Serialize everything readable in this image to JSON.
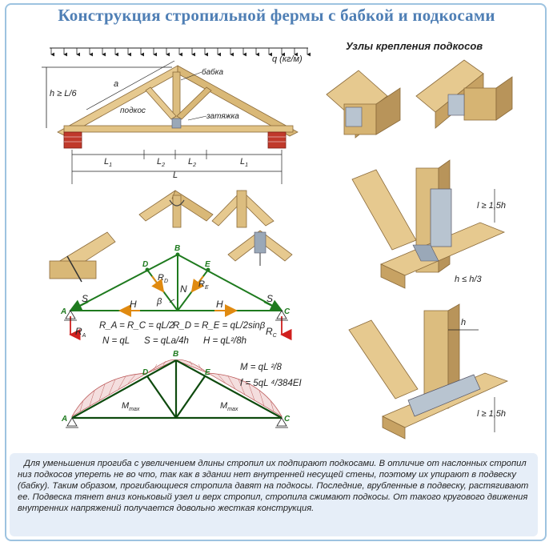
{
  "title": "Конструкция стропильной фермы с бабкой и подкосами",
  "subtitle": "Узлы крепления подкосов",
  "truss_labels": {
    "load": "q (кг/м)",
    "height": "h ≥ L/6",
    "rafter_len": "a",
    "king_post": "бабка",
    "strut": "подкос",
    "tie": "затяжка",
    "l1": "L",
    "l1_sub": "1",
    "l2": "L",
    "l2_sub": "2",
    "l_total": "L"
  },
  "force_diagram": {
    "nodes": {
      "a": "A",
      "b": "B",
      "c": "C",
      "d": "D",
      "e": "E"
    },
    "labels": {
      "s_left": "S",
      "s_right": "S",
      "h_left": "H",
      "h_right": "H",
      "n": "N",
      "beta": "β",
      "rd": "R",
      "rd_sub": "D",
      "re": "R",
      "re_sub": "E",
      "ra": "R",
      "ra_sub": "A",
      "rc": "R",
      "rc_sub": "C"
    },
    "formulas": [
      "R_A = R_C = qL/2",
      "R_D = R_E = qL/2sinβ",
      "N = qL",
      "S = qLa/4h",
      "H = qL²/8h"
    ]
  },
  "moment_diagram": {
    "nodes": {
      "a": "A",
      "b": "B",
      "c": "C",
      "d": "D",
      "e": "E"
    },
    "m_left": "M",
    "m_right": "M",
    "m_sub": "max",
    "formula_m": "M = qL ²/8",
    "formula_f": "f = 5qL ⁴/384EI"
  },
  "joint_labels": {
    "lvr": "l ≥ 1,5h",
    "hvr": "h ≤ h/3",
    "h": "h",
    "lvr2": "l ≥ 1,5h"
  },
  "description": "Для уменьшения прогиба с увеличением длины стропил их подпирают подкосами. В отличие от наслонных стропил низ подкосов упереть не во что, так как в здании нет внутренней несущей стены, поэтому их упирают в подвеску (бабку). Таким образом, прогибающиеся стропила давят на подкосы. Последние, врубленные в подвеску, растягивают ее. Подвеска тянет вниз коньковый узел и верх стропил, стропила сжимают подкосы. От такого кругового движения внутренних напряжений получается довольно жесткая конструкция.",
  "colors": {
    "title": "#4f7fb5",
    "wood": "#e6c98f",
    "wood_dark": "#b8945a",
    "steel": "#9aa8b8",
    "brick": "#c0392b",
    "tie_green": "#1e7a1e",
    "reaction_red": "#d0201e",
    "force_orange": "#e08a10"
  }
}
